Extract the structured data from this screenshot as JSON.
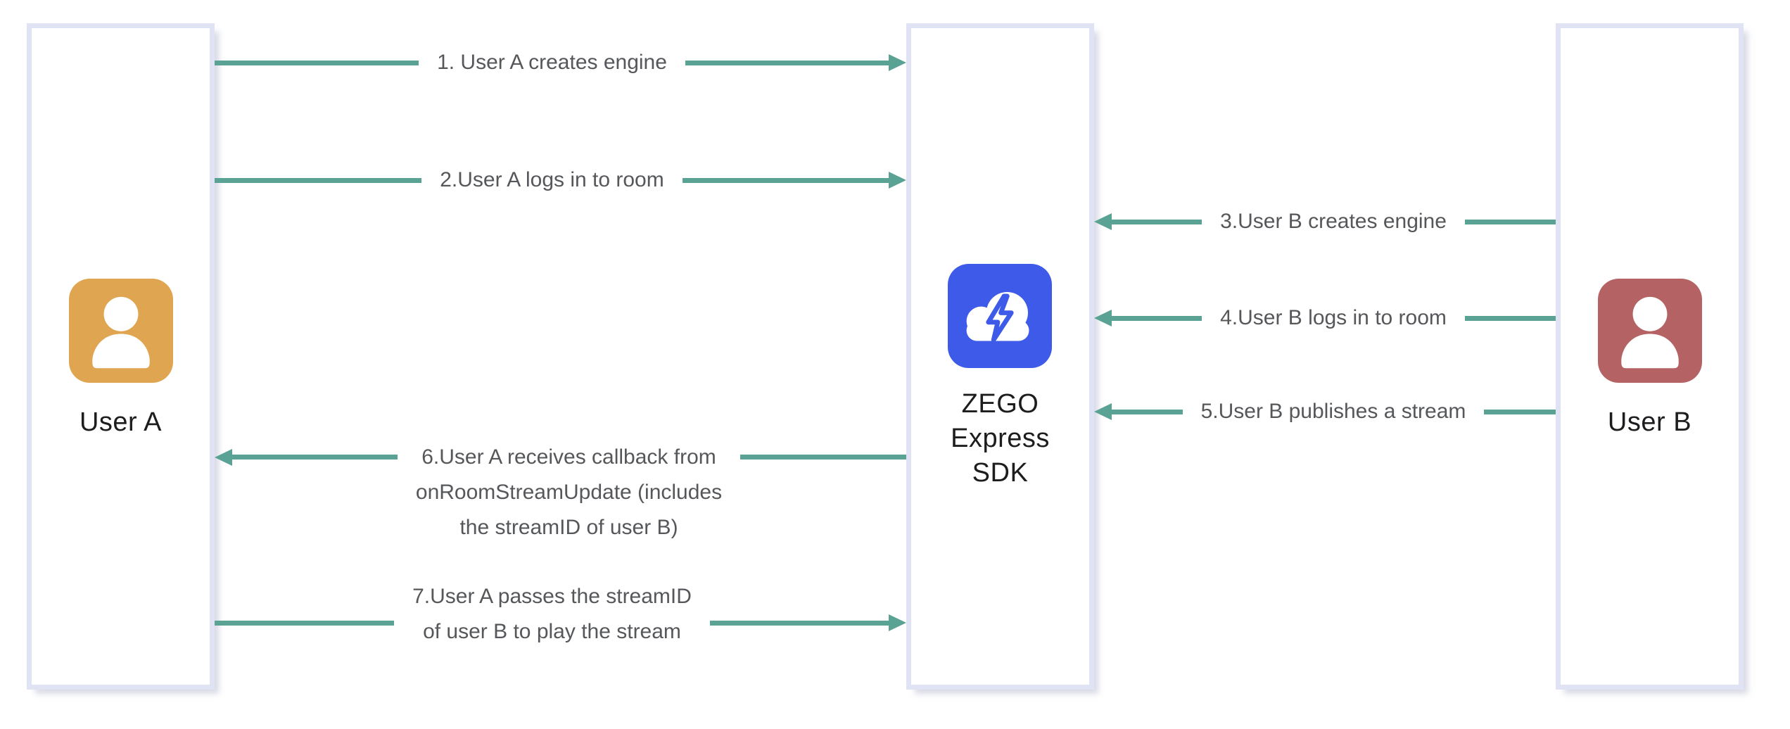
{
  "diagram": {
    "title": "ZEGO Express SDK publish/play stream sequence",
    "actors": [
      {
        "id": "user-a",
        "label": "User A",
        "icon": "person-icon",
        "color_key": "userA"
      },
      {
        "id": "sdk",
        "lines": [
          "ZEGO",
          "Express",
          "SDK"
        ],
        "icon": "cloud-lightning-icon",
        "color_key": "sdkBlue"
      },
      {
        "id": "user-b",
        "label": "User B",
        "icon": "person-icon",
        "color_key": "userB"
      }
    ],
    "messages": [
      {
        "num": "1",
        "from": "user-a",
        "to": "sdk",
        "direction": "right",
        "lines": [
          "1. User A creates engine"
        ]
      },
      {
        "num": "2",
        "from": "user-a",
        "to": "sdk",
        "direction": "right",
        "lines": [
          "2.User A logs in to room"
        ]
      },
      {
        "num": "3",
        "from": "user-b",
        "to": "sdk",
        "direction": "left",
        "lines": [
          "3.User B creates engine"
        ]
      },
      {
        "num": "4",
        "from": "user-b",
        "to": "sdk",
        "direction": "left",
        "lines": [
          "4.User B logs in to room"
        ]
      },
      {
        "num": "5",
        "from": "user-b",
        "to": "sdk",
        "direction": "left",
        "lines": [
          "5.User B publishes a stream"
        ]
      },
      {
        "num": "6",
        "from": "sdk",
        "to": "user-a",
        "direction": "left",
        "lines": [
          "6.User A receives callback from",
          "onRoomStreamUpdate (includes",
          "the streamID of user B)"
        ]
      },
      {
        "num": "7",
        "from": "user-a",
        "to": "sdk",
        "direction": "right",
        "lines": [
          "7.User A passes the streamID",
          "of user B to play the stream"
        ]
      }
    ],
    "colors": {
      "arrow": "#5aa294",
      "colBorder": "#dfe3f4",
      "msgText": "#55575a",
      "labelText": "#1d1d1f",
      "userA": "#e0a550",
      "userB": "#b46263",
      "sdkBlue": "#3d5ae8",
      "bg": "#ffffff"
    }
  }
}
